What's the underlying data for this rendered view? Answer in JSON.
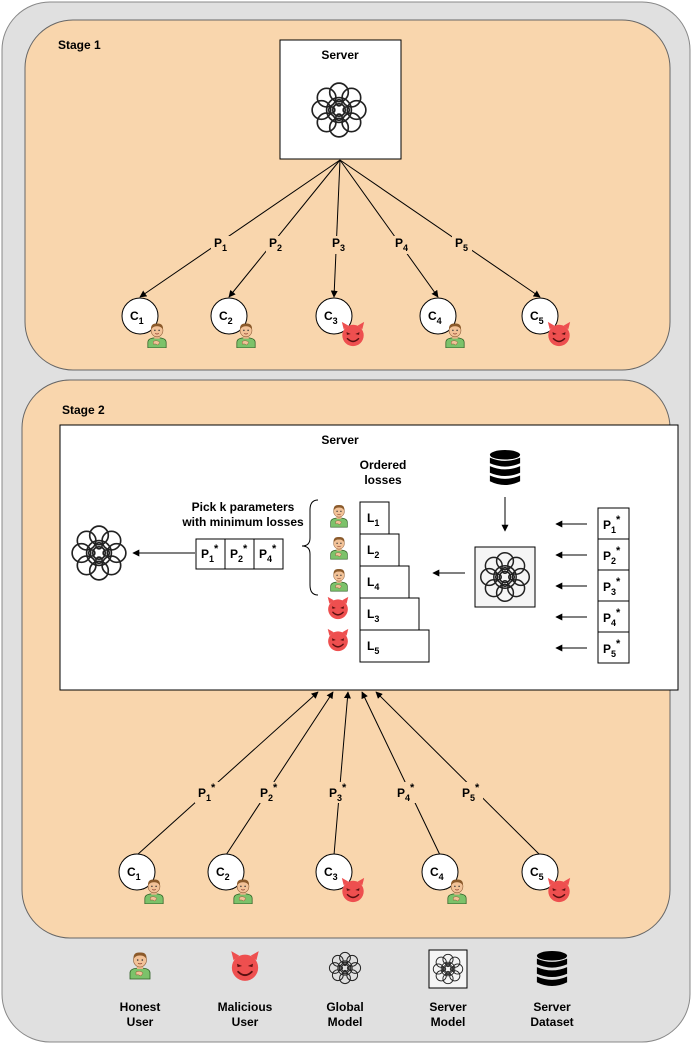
{
  "stage1": {
    "title": "Stage 1",
    "server_label": "Server",
    "params": [
      "P",
      "P",
      "P",
      "P",
      "P"
    ],
    "param_subs": [
      "1",
      "2",
      "3",
      "4",
      "5"
    ],
    "clients": [
      "C",
      "C",
      "C",
      "C",
      "C"
    ],
    "client_subs": [
      "1",
      "2",
      "3",
      "4",
      "5"
    ],
    "client_types": [
      "honest",
      "honest",
      "malicious",
      "honest",
      "malicious"
    ]
  },
  "stage2": {
    "title": "Stage 2",
    "server_label": "Server",
    "ordered_losses_line1": "Ordered",
    "ordered_losses_line2": "losses",
    "pick_line1": "Pick k parameters",
    "pick_line2": "with minimum losses",
    "picked": [
      {
        "p": "P",
        "sub": "1",
        "sup": "*"
      },
      {
        "p": "P",
        "sub": "2",
        "sup": "*"
      },
      {
        "p": "P",
        "sub": "4",
        "sup": "*"
      }
    ],
    "losses": [
      {
        "l": "L",
        "sub": "1",
        "type": "honest"
      },
      {
        "l": "L",
        "sub": "2",
        "type": "honest"
      },
      {
        "l": "L",
        "sub": "4",
        "type": "honest"
      },
      {
        "l": "L",
        "sub": "3",
        "type": "malicious"
      },
      {
        "l": "L",
        "sub": "5",
        "type": "malicious"
      }
    ],
    "incoming": [
      {
        "p": "P",
        "sub": "1",
        "sup": "*"
      },
      {
        "p": "P",
        "sub": "2",
        "sup": "*"
      },
      {
        "p": "P",
        "sub": "3",
        "sup": "*"
      },
      {
        "p": "P",
        "sub": "4",
        "sup": "*"
      },
      {
        "p": "P",
        "sub": "5",
        "sup": "*"
      }
    ],
    "params": [
      {
        "p": "P",
        "sub": "1",
        "sup": "*"
      },
      {
        "p": "P",
        "sub": "2",
        "sup": "*"
      },
      {
        "p": "P",
        "sub": "3",
        "sup": "*"
      },
      {
        "p": "P",
        "sub": "4",
        "sup": "*"
      },
      {
        "p": "P",
        "sub": "5",
        "sup": "*"
      }
    ],
    "clients": [
      "C",
      "C",
      "C",
      "C",
      "C"
    ],
    "client_subs": [
      "1",
      "2",
      "3",
      "4",
      "5"
    ],
    "client_types": [
      "honest",
      "honest",
      "malicious",
      "honest",
      "malicious"
    ]
  },
  "legend": [
    {
      "icon": "honest-user-icon",
      "line1": "Honest",
      "line2": "User"
    },
    {
      "icon": "malicious-user-icon",
      "line1": "Malicious",
      "line2": "User"
    },
    {
      "icon": "global-model-icon",
      "line1": "Global",
      "line2": "Model"
    },
    {
      "icon": "server-model-icon",
      "line1": "Server",
      "line2": "Model"
    },
    {
      "icon": "server-dataset-icon",
      "line1": "Server",
      "line2": "Dataset"
    }
  ],
  "colors": {
    "outer_bg": "#e0e0e0",
    "stage_bg": "#f9d6ad",
    "malicious": "#ee4f4f",
    "honest_shirt": "#7cc26a",
    "line": "#000000"
  }
}
